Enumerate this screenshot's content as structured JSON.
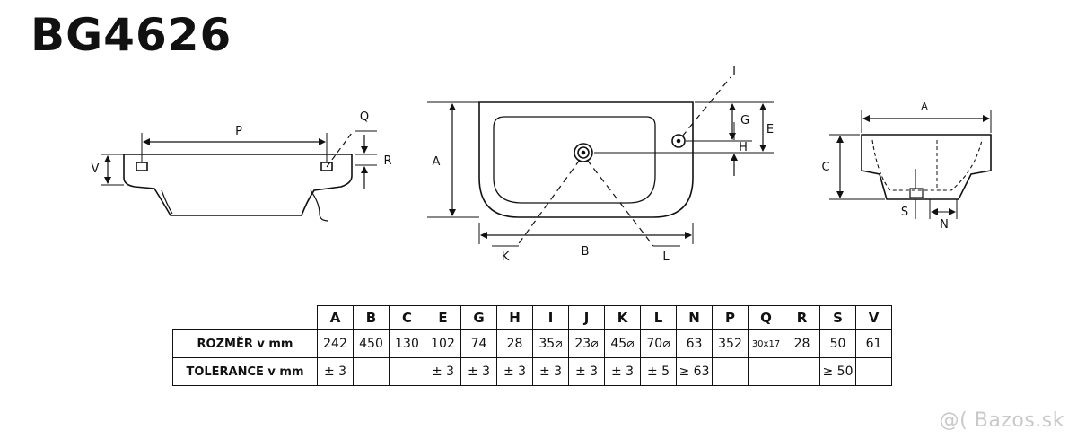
{
  "title": "BG4626",
  "labels": {
    "p": "P",
    "q": "Q",
    "r": "R",
    "v": "V",
    "a": "A",
    "b": "B",
    "g": "G",
    "e": "E",
    "h": "H",
    "i": "I",
    "k": "K",
    "l": "L",
    "side_a": "A",
    "c": "C",
    "s": "S",
    "n": "N"
  },
  "table": {
    "columns": [
      "A",
      "B",
      "C",
      "E",
      "G",
      "H",
      "I",
      "J",
      "K",
      "L",
      "N",
      "P",
      "Q",
      "R",
      "S",
      "V"
    ],
    "rows": [
      {
        "label": "ROZMĚR v mm",
        "values": [
          "242",
          "450",
          "130",
          "102",
          "74",
          "28",
          "35⌀",
          "23⌀",
          "45⌀",
          "70⌀",
          "63",
          "352",
          "30x17",
          "28",
          "50",
          "61"
        ]
      },
      {
        "label": "TOLERANCE v mm",
        "values": [
          "± 3",
          "",
          "",
          "± 3",
          "± 3",
          "± 3",
          "± 3",
          "± 3",
          "± 3",
          "± 5",
          "≥ 63",
          "",
          "",
          "",
          "≥ 50",
          ""
        ]
      }
    ]
  },
  "watermark": "@( Bazos.sk"
}
